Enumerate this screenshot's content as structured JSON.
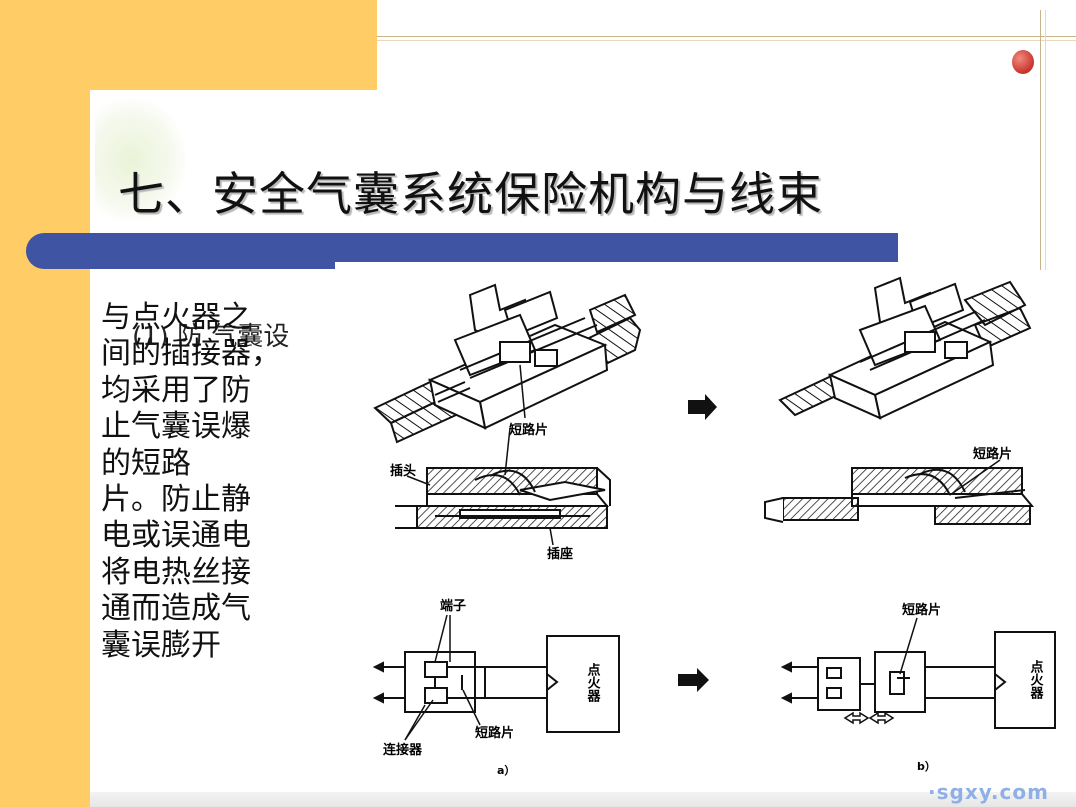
{
  "slide": {
    "title": "七、安全气囊系统保险机构与线束",
    "heading_fragment": "(1) 防 气囊设",
    "body_lines": [
      "与点火器之",
      "间的插接器，",
      "均采用了防",
      "止气囊误爆",
      "的短路",
      "片。防止静",
      "电或误通电",
      "将电热丝接",
      "通而造成气",
      "囊误膨开"
    ],
    "watermark": "·sgxy.com"
  },
  "figure": {
    "top_labels": {
      "short_piece_left": "短路片",
      "plug": "插头",
      "socket": "插座",
      "short_piece_right": "短路片"
    },
    "bottom_labels": {
      "terminal": "端子",
      "connector": "连接器",
      "short_piece_a": "短路片",
      "igniter_a": "点火器",
      "caption_a": "a）",
      "short_piece_b": "短路片",
      "igniter_b": "点火器",
      "caption_b": "b）"
    }
  },
  "colors": {
    "accent_band": "#ffcc66",
    "title_bar": "#3f54a3",
    "dot": "#c8332a"
  }
}
